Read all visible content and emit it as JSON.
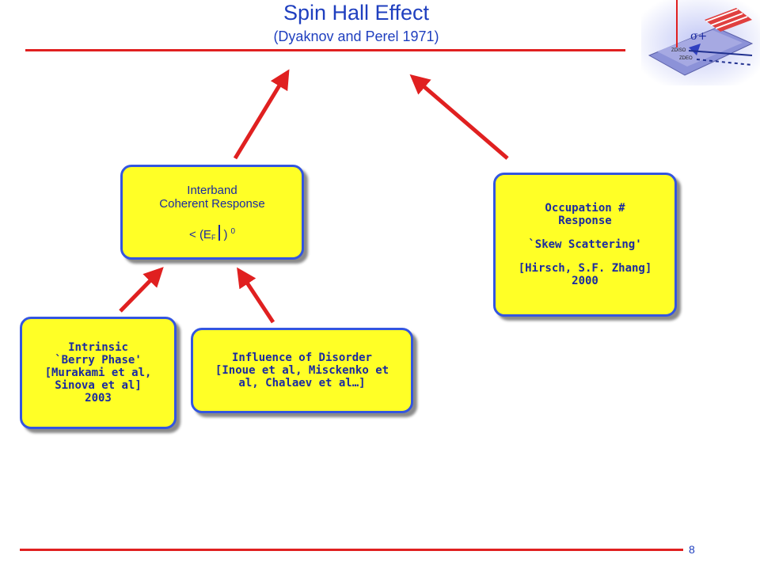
{
  "title": "Spin Hall Effect",
  "subtitle": "(Dyaknov and Perel 1971)",
  "page_number": "8",
  "boxes": {
    "interband": {
      "line1": "Interband",
      "line2": "Coherent Response",
      "formula_lt": "<",
      "formula_open": "(E",
      "formula_sub": "F",
      "formula_close": ")",
      "formula_sup": "0"
    },
    "occupation": {
      "line1": "Occupation #",
      "line2": "Response",
      "line3": "`Skew Scattering'",
      "line4": "[Hirsch, S.F. Zhang]",
      "line5": "2000"
    },
    "intrinsic": {
      "line1": "Intrinsic",
      "line2": "`Berry Phase'",
      "line3": "[Murakami et al,",
      "line4": "Sinova et al]",
      "line5": "2003"
    },
    "disorder": {
      "line1": "Influence of Disorder",
      "line2": "[Inoue et al, Misckenko et",
      "line3": "al, Chalaev et al…]"
    }
  },
  "logo": {
    "label_sigma": "σ+",
    "label_top": "ZDISO",
    "label_mid": "ZDEO"
  },
  "colors": {
    "title": "#1f3fbf",
    "box_fill": "#ffff26",
    "box_border": "#3355e0",
    "arrow": "#e02020"
  }
}
